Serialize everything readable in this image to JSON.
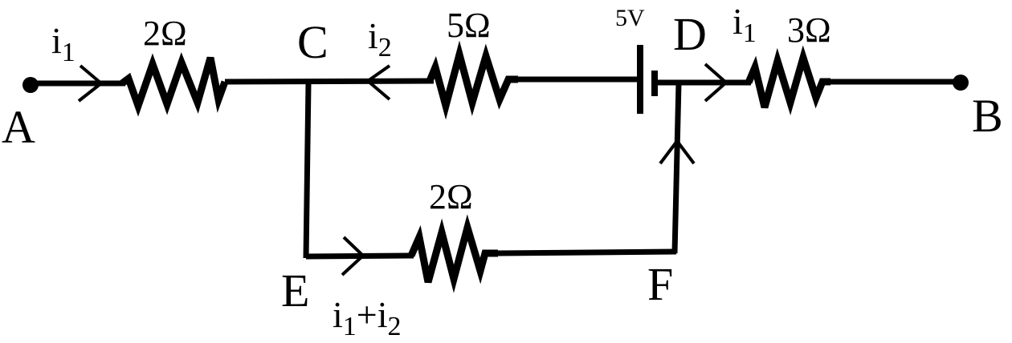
{
  "diagram": {
    "type": "circuit",
    "nodes": {
      "A": "A",
      "B": "B",
      "C": "C",
      "D": "D",
      "E": "E",
      "F": "F"
    },
    "components": [
      {
        "id": "R_AC",
        "kind": "resistor",
        "between": [
          "A",
          "C"
        ],
        "label": "2Ω"
      },
      {
        "id": "R_CD",
        "kind": "resistor",
        "between": [
          "C",
          "D"
        ],
        "label": "5Ω"
      },
      {
        "id": "cell",
        "kind": "battery",
        "between": [
          "C",
          "D"
        ],
        "label": "5V"
      },
      {
        "id": "R_DB",
        "kind": "resistor",
        "between": [
          "D",
          "B"
        ],
        "label": "3Ω"
      },
      {
        "id": "R_EF",
        "kind": "resistor",
        "between": [
          "E",
          "F"
        ],
        "label": "2Ω"
      }
    ],
    "currents": [
      {
        "id": "i_AC",
        "base": "i",
        "sub": "1",
        "direction": "A→C"
      },
      {
        "id": "i_DC",
        "base": "i",
        "sub": "2",
        "direction": "D→C"
      },
      {
        "id": "i_DB",
        "base": "i",
        "sub": "1",
        "direction": "D→B"
      },
      {
        "id": "i_EF",
        "parts": [
          {
            "base": "i",
            "sub": "1"
          },
          {
            "text": "+"
          },
          {
            "base": "i",
            "sub": "2"
          }
        ],
        "direction": "E→F"
      },
      {
        "id": "i_FD",
        "label": "",
        "direction": "F→D"
      }
    ],
    "colors": {
      "ink": "#000000",
      "background": "#ffffff"
    }
  }
}
